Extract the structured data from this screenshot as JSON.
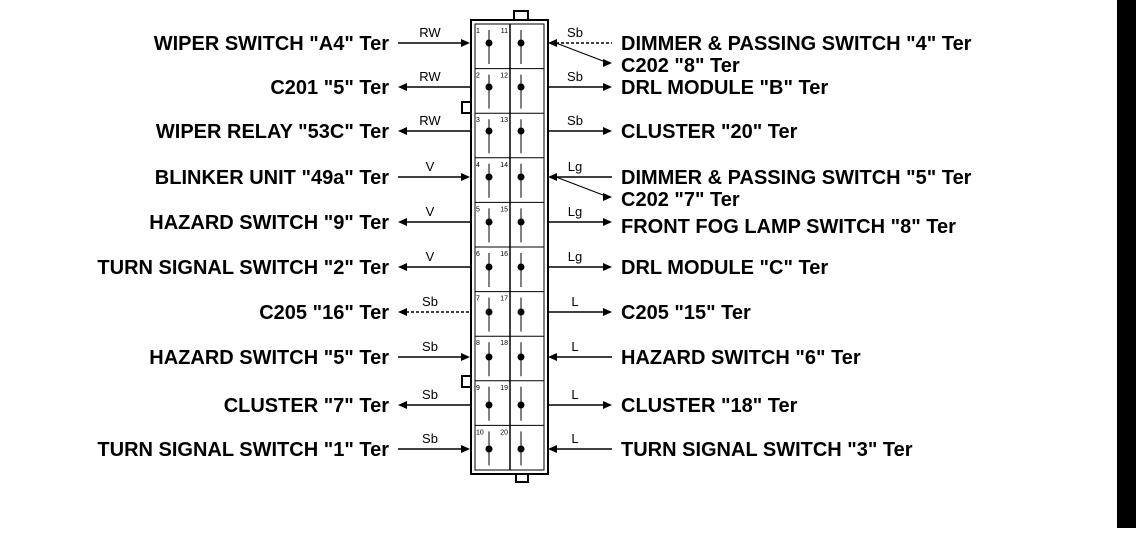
{
  "colors": {
    "ink": "#000000",
    "paper": "#ffffff"
  },
  "left_rows": [
    {
      "label": "WIPER SWITCH \"A4\" Ter",
      "wire": "RW",
      "pin": "1",
      "dir": "in"
    },
    {
      "label": "C201 \"5\" Ter",
      "wire": "RW",
      "pin": "2",
      "dir": "out"
    },
    {
      "label": "WIPER RELAY \"53C\" Ter",
      "wire": "RW",
      "pin": "3",
      "dir": "out"
    },
    {
      "label": "BLINKER UNIT \"49a\" Ter",
      "wire": "V",
      "pin": "4",
      "dir": "in"
    },
    {
      "label": "HAZARD SWITCH \"9\" Ter",
      "wire": "V",
      "pin": "5",
      "dir": "out"
    },
    {
      "label": "TURN SIGNAL SWITCH \"2\" Ter",
      "wire": "V",
      "pin": "6",
      "dir": "out"
    },
    {
      "label": "C205 \"16\" Ter",
      "wire": "Sb",
      "pin": "7",
      "dir": "out"
    },
    {
      "label": "HAZARD SWITCH \"5\" Ter",
      "wire": "Sb",
      "pin": "8",
      "dir": "in"
    },
    {
      "label": "CLUSTER \"7\" Ter",
      "wire": "Sb",
      "pin": "9",
      "dir": "out"
    },
    {
      "label": "TURN SIGNAL SWITCH \"1\" Ter",
      "wire": "Sb",
      "pin": "10",
      "dir": "in"
    }
  ],
  "right_rows": [
    {
      "label": "DIMMER & PASSING SWITCH \"4\" Ter",
      "label2": "C202 \"8\" Ter",
      "wire": "Sb",
      "pin": "11",
      "dir": "in"
    },
    {
      "label": "DRL MODULE \"B\" Ter",
      "wire": "Sb",
      "pin": "12",
      "dir": "out"
    },
    {
      "label": "CLUSTER \"20\" Ter",
      "wire": "Sb",
      "pin": "13",
      "dir": "out"
    },
    {
      "label": "DIMMER & PASSING SWITCH \"5\" Ter",
      "label2": "C202 \"7\" Ter",
      "wire": "Lg",
      "pin": "14",
      "dir": "in"
    },
    {
      "label": "FRONT FOG LAMP SWITCH \"8\" Ter",
      "wire": "Lg",
      "pin": "15",
      "dir": "out"
    },
    {
      "label": "DRL MODULE \"C\" Ter",
      "wire": "Lg",
      "pin": "16",
      "dir": "out"
    },
    {
      "label": "C205 \"15\" Ter",
      "wire": "L",
      "pin": "17",
      "dir": "out"
    },
    {
      "label": "HAZARD SWITCH \"6\" Ter",
      "wire": "L",
      "pin": "18",
      "dir": "in"
    },
    {
      "label": "CLUSTER \"18\" Ter",
      "wire": "L",
      "pin": "19",
      "dir": "out"
    },
    {
      "label": "TURN SIGNAL SWITCH \"3\" Ter",
      "wire": "L",
      "pin": "20",
      "dir": "in"
    }
  ]
}
